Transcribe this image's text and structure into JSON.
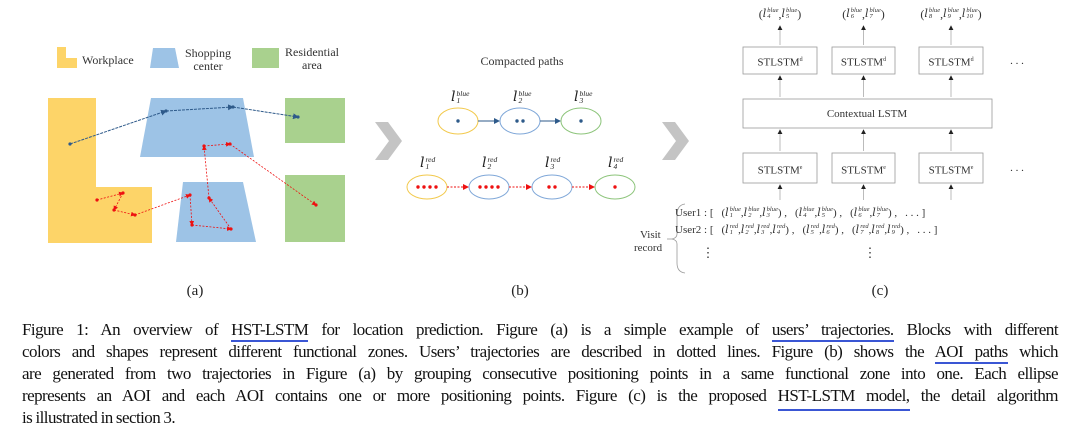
{
  "colors": {
    "workplace": "#fdd468",
    "shopping": "#9dc3e6",
    "residential": "#a9d18e",
    "blue_path": "#2e5a8a",
    "red_path": "#ee1111",
    "chevron": "#bfbfbf",
    "underline": "#3a56d4"
  },
  "panel_a": {
    "legend": {
      "workplace": "Workplace",
      "shopping_1": "Shopping",
      "shopping_2": "center",
      "residential_1": "Residential",
      "residential_2": "area"
    },
    "label": "(a)"
  },
  "panel_b": {
    "title": "Compacted paths",
    "blue_nodes": [
      {
        "sub": "1",
        "sup": "blue",
        "points": 1,
        "zone": "workplace"
      },
      {
        "sub": "2",
        "sup": "blue",
        "points": 2,
        "zone": "shopping"
      },
      {
        "sub": "3",
        "sup": "blue",
        "points": 1,
        "zone": "residential"
      }
    ],
    "red_nodes": [
      {
        "sub": "1",
        "sup": "red",
        "points": 4,
        "zone": "workplace"
      },
      {
        "sub": "2",
        "sup": "red",
        "points": 4,
        "zone": "shopping"
      },
      {
        "sub": "3",
        "sup": "red",
        "points": 2,
        "zone": "shopping"
      },
      {
        "sub": "4",
        "sup": "red",
        "points": 1,
        "zone": "residential"
      }
    ],
    "label": "(b)"
  },
  "panel_c": {
    "outputs": [
      [
        "4",
        "5"
      ],
      [
        "6",
        "7"
      ],
      [
        "8",
        "9",
        "10"
      ]
    ],
    "output_sup": "blue",
    "decoder_label": "STLSTM",
    "decoder_sup": "d",
    "encoder_label": "STLSTM",
    "encoder_sup": "e",
    "contextual": "Contextual LSTM",
    "ellipsis": ". . .",
    "visit_record_1": "Visit",
    "visit_record_2": "record",
    "users": [
      {
        "name": "User1 :",
        "sup": "blue",
        "groups": [
          [
            "1",
            "2",
            "3"
          ],
          [
            "4",
            "5"
          ],
          [
            "6",
            "7"
          ]
        ]
      },
      {
        "name": "User2 :",
        "sup": "red",
        "groups": [
          [
            "1",
            "2",
            "3",
            "4"
          ],
          [
            "5",
            "6"
          ],
          [
            "7",
            "8",
            "9"
          ]
        ]
      }
    ],
    "more_users": "⋮",
    "label": "(c)"
  },
  "caption": {
    "lines": [
      [
        {
          "t": "Figure 1:  An overview of "
        },
        {
          "t": "HST-LSTM",
          "u": 1
        },
        {
          "t": " for location prediction.  Figure (a) is a simple example of "
        },
        {
          "t": "users’ trajectories.",
          "u": 1
        },
        {
          "t": "  Blocks with different"
        }
      ],
      [
        {
          "t": "colors and shapes represent different functional zones. Users’ trajectories are described in dotted lines. Figure (b) shows the "
        },
        {
          "t": "AOI paths",
          "u": 1
        },
        {
          "t": " which"
        }
      ],
      [
        {
          "t": "are generated from two trajectories in Figure (a) by grouping consecutive positioning points in a same functional zone into one. Each ellipse"
        }
      ],
      [
        {
          "t": "represents an AOI and each AOI contains one or more positioning points. Figure (c) is the proposed "
        },
        {
          "t": "HST-LSTM model,",
          "u": 2
        },
        {
          "t": " the detail algorithm"
        }
      ],
      [
        {
          "t": "is illustrated in section 3."
        }
      ]
    ]
  }
}
